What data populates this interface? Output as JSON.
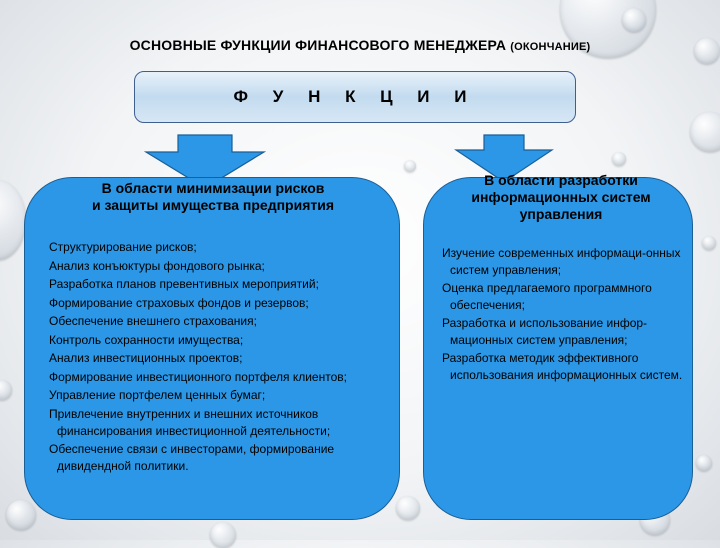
{
  "title": {
    "main": "ОСНОВНЫЕ ФУНКЦИИ ФИНАНСОВОГО МЕНЕДЖЕРА ",
    "paren": "(ОКОНЧАНИЕ)"
  },
  "functions_label": "Ф У Н К Ц И И",
  "colors": {
    "card": "#2b97e6",
    "arrow": "#2b97e6",
    "box": "#c3dbef"
  },
  "left": {
    "heading_line1": "В области минимизации рисков",
    "heading_line2": "и защиты имущества предприятия",
    "items": [
      "Структурирование рисков;",
      "Анализ конъюктуры фондового рынка;",
      "Разработка планов превентивных мероприятий;",
      "Формирование страховых фондов и резервов;",
      "Обеспечение внешнего страхования;",
      "Контроль сохранности имущества;",
      "Анализ инвестиционных проектов;",
      "Формирование инвестиционного портфеля клиентов;",
      "Управление портфелем ценных бумаг;",
      "Привлечение внутренних и внешних источников финансирования инвестиционной деятельности;",
      "Обеспечение связи с инвесторами, формирование дивидендной политики."
    ]
  },
  "right": {
    "heading_line1": "В области разработки",
    "heading_line2": "информационных систем",
    "heading_line3": "управления",
    "items": [
      "Изучение современных информаци-онных систем управления;",
      "Оценка предлагаемого программного обеспечения;",
      "Разработка и использование инфор-мационных систем управления;",
      "Разработка методик эффективного использования информационных систем."
    ]
  }
}
